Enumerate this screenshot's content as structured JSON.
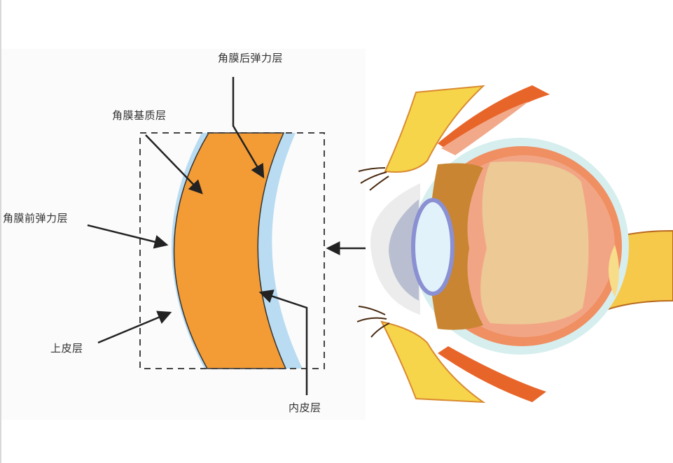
{
  "labels": {
    "posterior_elastic": "角膜后弹力层",
    "stroma": "角膜基质层",
    "anterior_elastic": "角膜前弹力层",
    "epithelium": "上皮层",
    "endothelium": "内皮层"
  },
  "colors": {
    "stroma": "#f39b35",
    "membrane": "#b9dcf2",
    "arrow": "#222222"
  }
}
